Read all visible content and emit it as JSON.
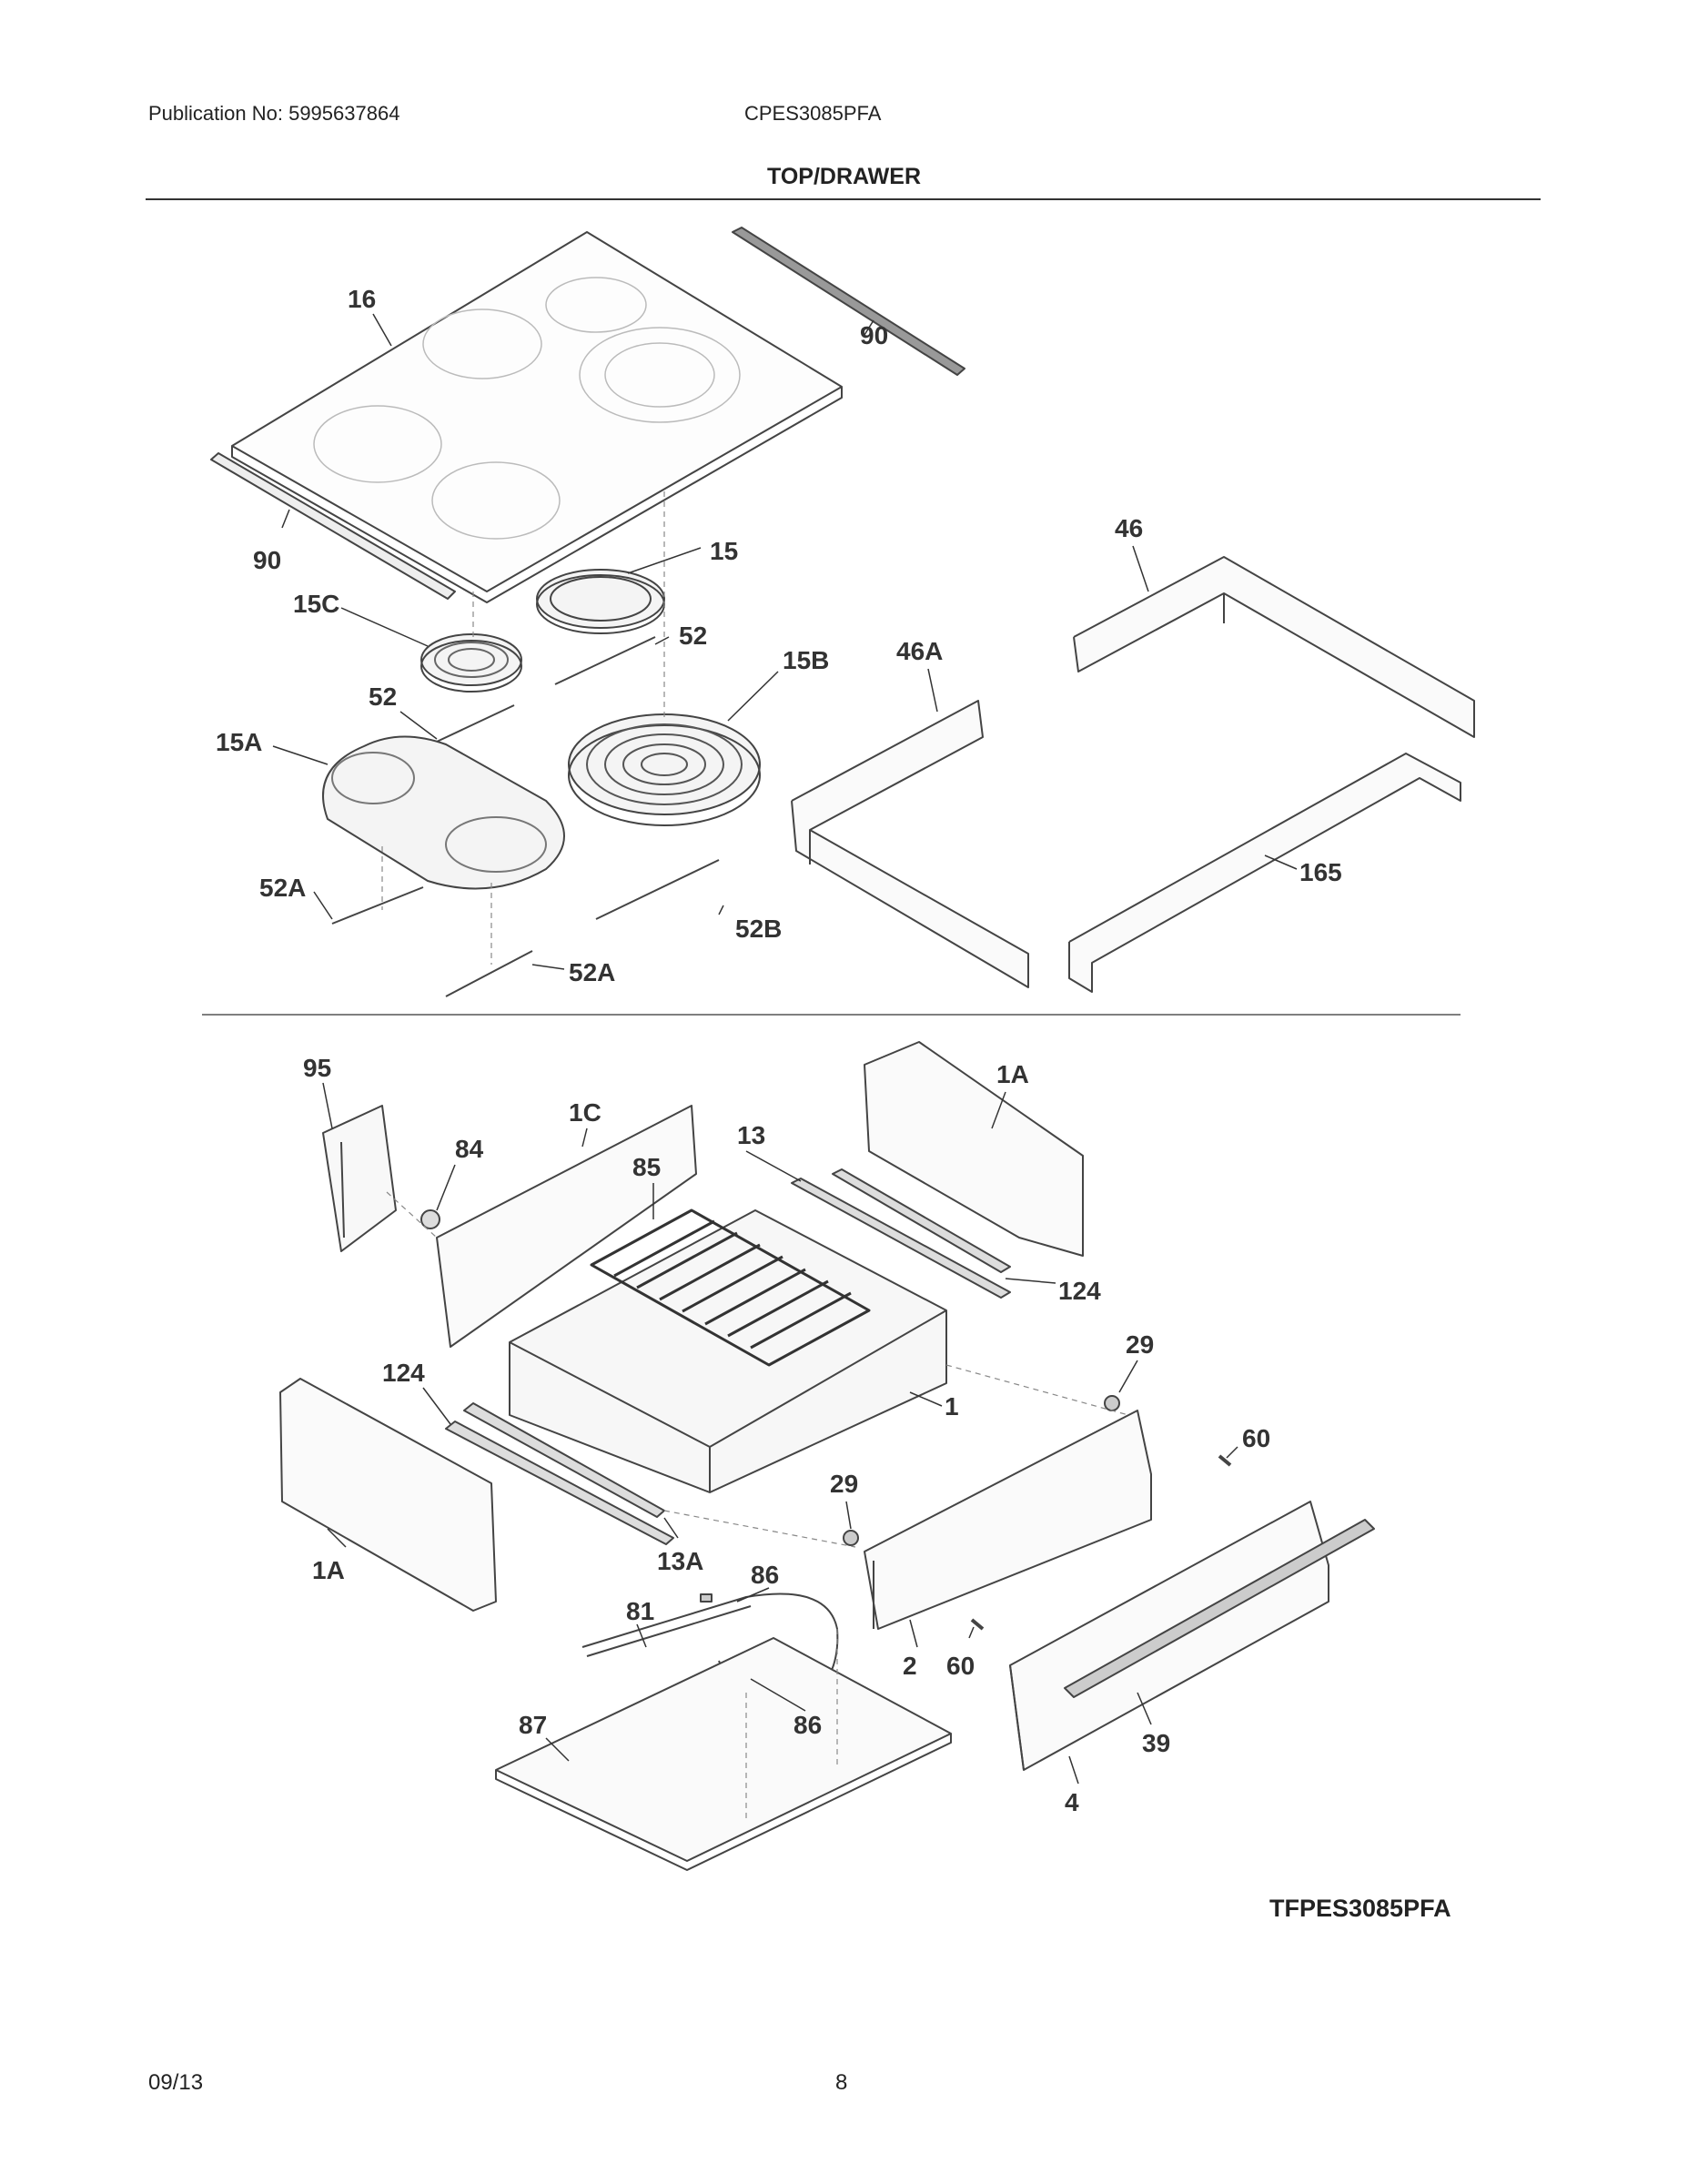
{
  "header": {
    "publication": "Publication No: 5995637864",
    "model": "CPES3085PFA",
    "title": "TOP/DRAWER"
  },
  "callouts": {
    "c16": "16",
    "c90a": "90",
    "c90b": "90",
    "c15": "15",
    "c15C": "15C",
    "c52a": "52",
    "c52b": "52",
    "c15B": "15B",
    "c15A": "15A",
    "c52Aa": "52A",
    "c52B": "52B",
    "c52Ab": "52A",
    "c46A": "46A",
    "c46": "46",
    "c165": "165",
    "c95": "95",
    "c84": "84",
    "c1C": "1C",
    "c85": "85",
    "c13": "13",
    "c1Aa": "1A",
    "c124a": "124",
    "c29a": "29",
    "c124b": "124",
    "c1": "1",
    "c60a": "60",
    "c29b": "29",
    "c1Ab": "1A",
    "c13A": "13A",
    "c86a": "86",
    "c81": "81",
    "c2": "2",
    "c60b": "60",
    "c86b": "86",
    "c87": "87",
    "c39": "39",
    "c4": "4"
  },
  "drawing_id": "TFPES3085PFA",
  "footer": {
    "date": "09/13",
    "page": "8"
  }
}
